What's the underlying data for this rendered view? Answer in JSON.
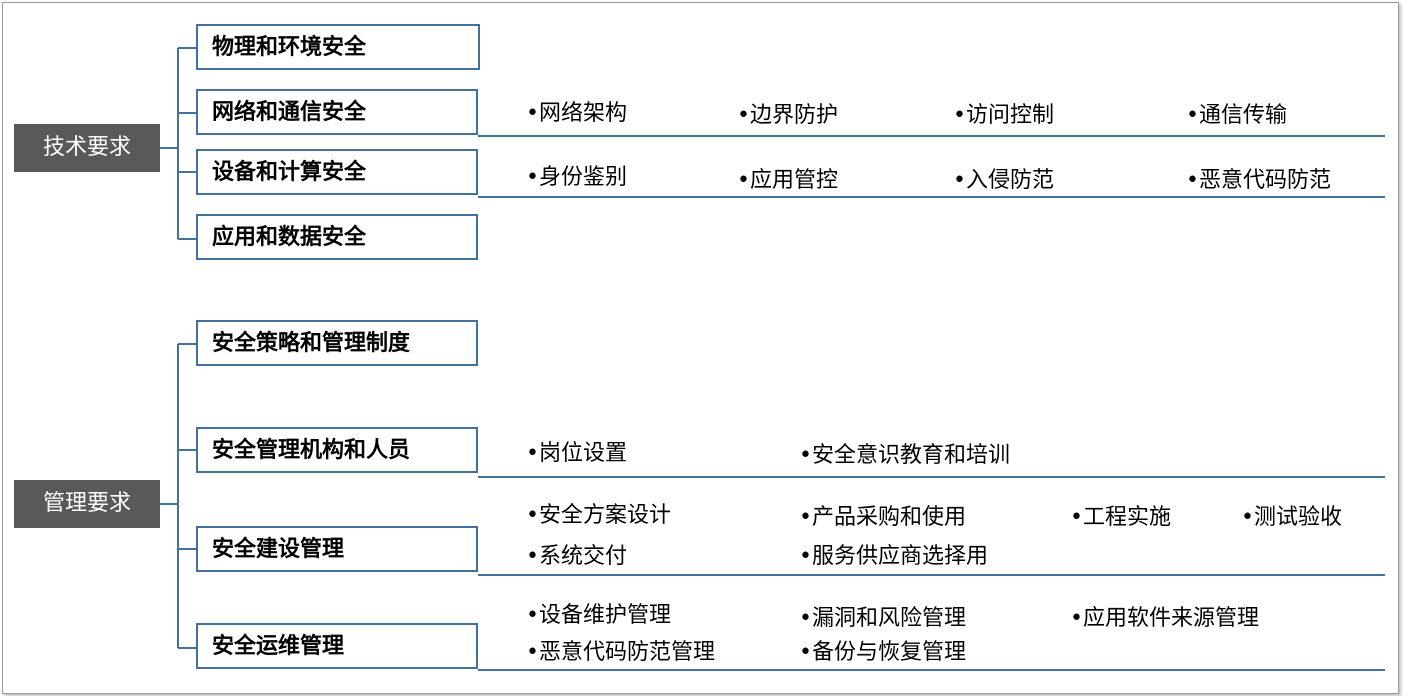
{
  "colors": {
    "connector": "#41719c",
    "category_fill": "#595959",
    "category_text": "#ffffff"
  },
  "categories": [
    "技术要求",
    "管理要求"
  ],
  "tech": {
    "boxes": [
      "物理和环境安全",
      "网络和通信安全",
      "设备和计算安全",
      "应用和数据安全"
    ],
    "network_items": [
      "•网络架构",
      "•边界防护",
      "•访问控制",
      "•通信传输"
    ],
    "device_items": [
      "•身份鉴别",
      "•应用管控",
      "•入侵防范",
      "•恶意代码防范"
    ]
  },
  "mgmt": {
    "boxes": [
      "安全策略和管理制度",
      "安全管理机构和人员",
      "安全建设管理",
      "安全运维管理"
    ],
    "org_items": [
      "•岗位设置",
      "•安全意识教育和培训"
    ],
    "build_items": [
      "•安全方案设计",
      "•产品采购和使用",
      "•工程实施",
      "•测试验收",
      "•系统交付",
      "•服务供应商选择用"
    ],
    "ops_items": [
      "•设备维护管理",
      "•漏洞和风险管理",
      "•应用软件来源管理",
      "•恶意代码防范管理",
      "•备份与恢复管理"
    ]
  }
}
